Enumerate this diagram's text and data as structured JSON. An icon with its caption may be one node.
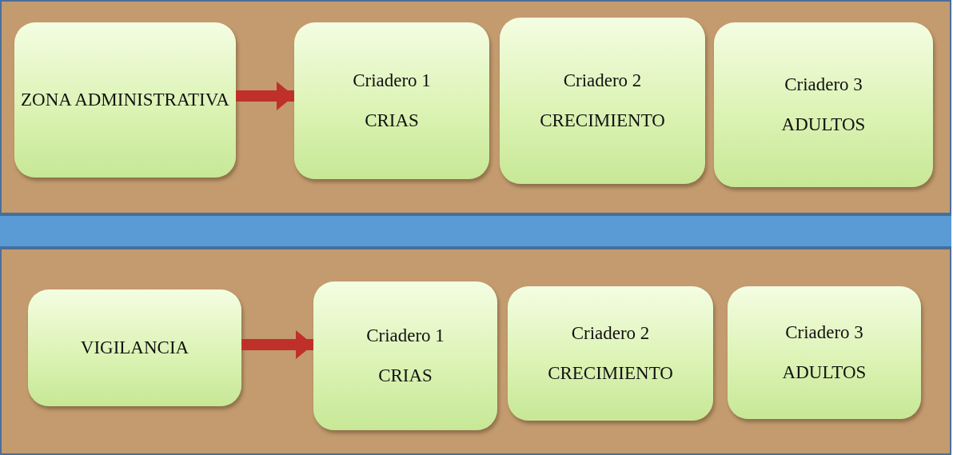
{
  "diagram": {
    "nodes": [
      {
        "text": [
          "ZONA ADMINISTRATIVA"
        ]
      },
      {
        "text": [
          "Criadero 1",
          "CRIAS"
        ]
      },
      {
        "text": [
          "Criadero 2",
          "CRECIMIENTO"
        ]
      },
      {
        "text": [
          "Criadero 3",
          "ADULTOS"
        ]
      },
      {
        "text": [
          "VIGILANCIA"
        ]
      },
      {
        "text": [
          "Criadero 1",
          "CRIAS"
        ]
      },
      {
        "text": [
          "Criadero 2",
          "CRECIMIENTO"
        ]
      },
      {
        "text": [
          "Criadero 3",
          "ADULTOS"
        ]
      }
    ],
    "edges": [
      {
        "from": 0,
        "to": 1,
        "arrow": "to"
      },
      {
        "from": 4,
        "to": 5,
        "arrow": "to"
      }
    ]
  }
}
